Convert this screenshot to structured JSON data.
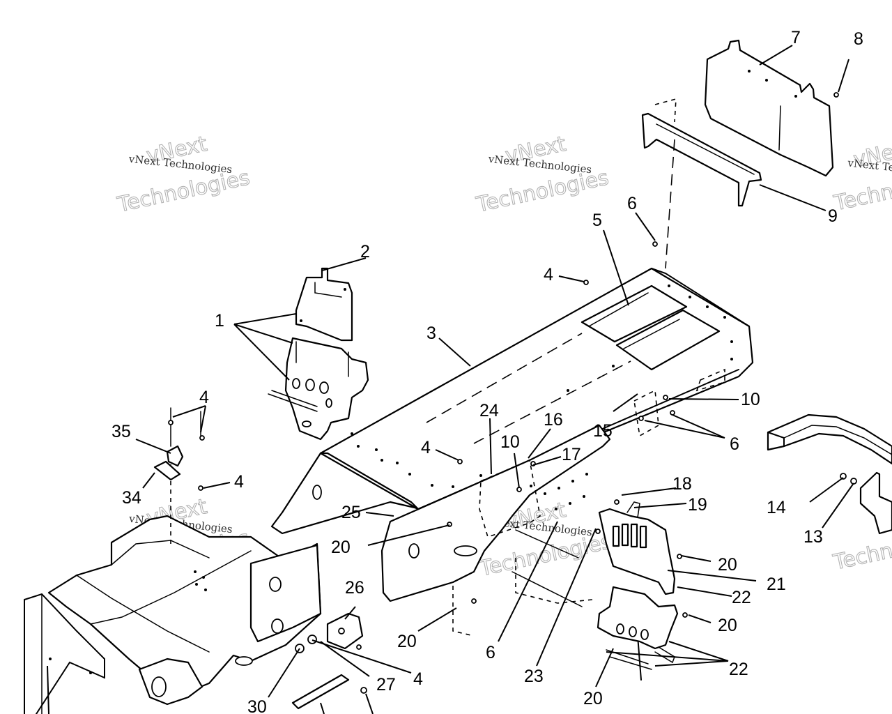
{
  "watermark": {
    "line1": "vNext Technologies",
    "line2": "vNext",
    "line3": "Technologies"
  },
  "callouts": {
    "c1": "1",
    "c2": "2",
    "c3": "3",
    "c4a": "4",
    "c4b": "4",
    "c4c": "4",
    "c4d": "4",
    "c4e": "4",
    "c5": "5",
    "c6a": "6",
    "c6b": "6",
    "c6c": "6",
    "c7": "7",
    "c8": "8",
    "c9": "9",
    "c10a": "10",
    "c10b": "10",
    "c13": "13",
    "c14": "14",
    "c15": "15",
    "c16": "16",
    "c17": "17",
    "c18": "18",
    "c19": "19",
    "c20a": "20",
    "c20b": "20",
    "c20c": "20",
    "c20d": "20",
    "c20e": "20",
    "c21": "21",
    "c22a": "22",
    "c22b": "22",
    "c23": "23",
    "c24": "24",
    "c25": "25",
    "c26": "26",
    "c27": "27",
    "c30": "30",
    "c34": "34",
    "c35": "35"
  }
}
